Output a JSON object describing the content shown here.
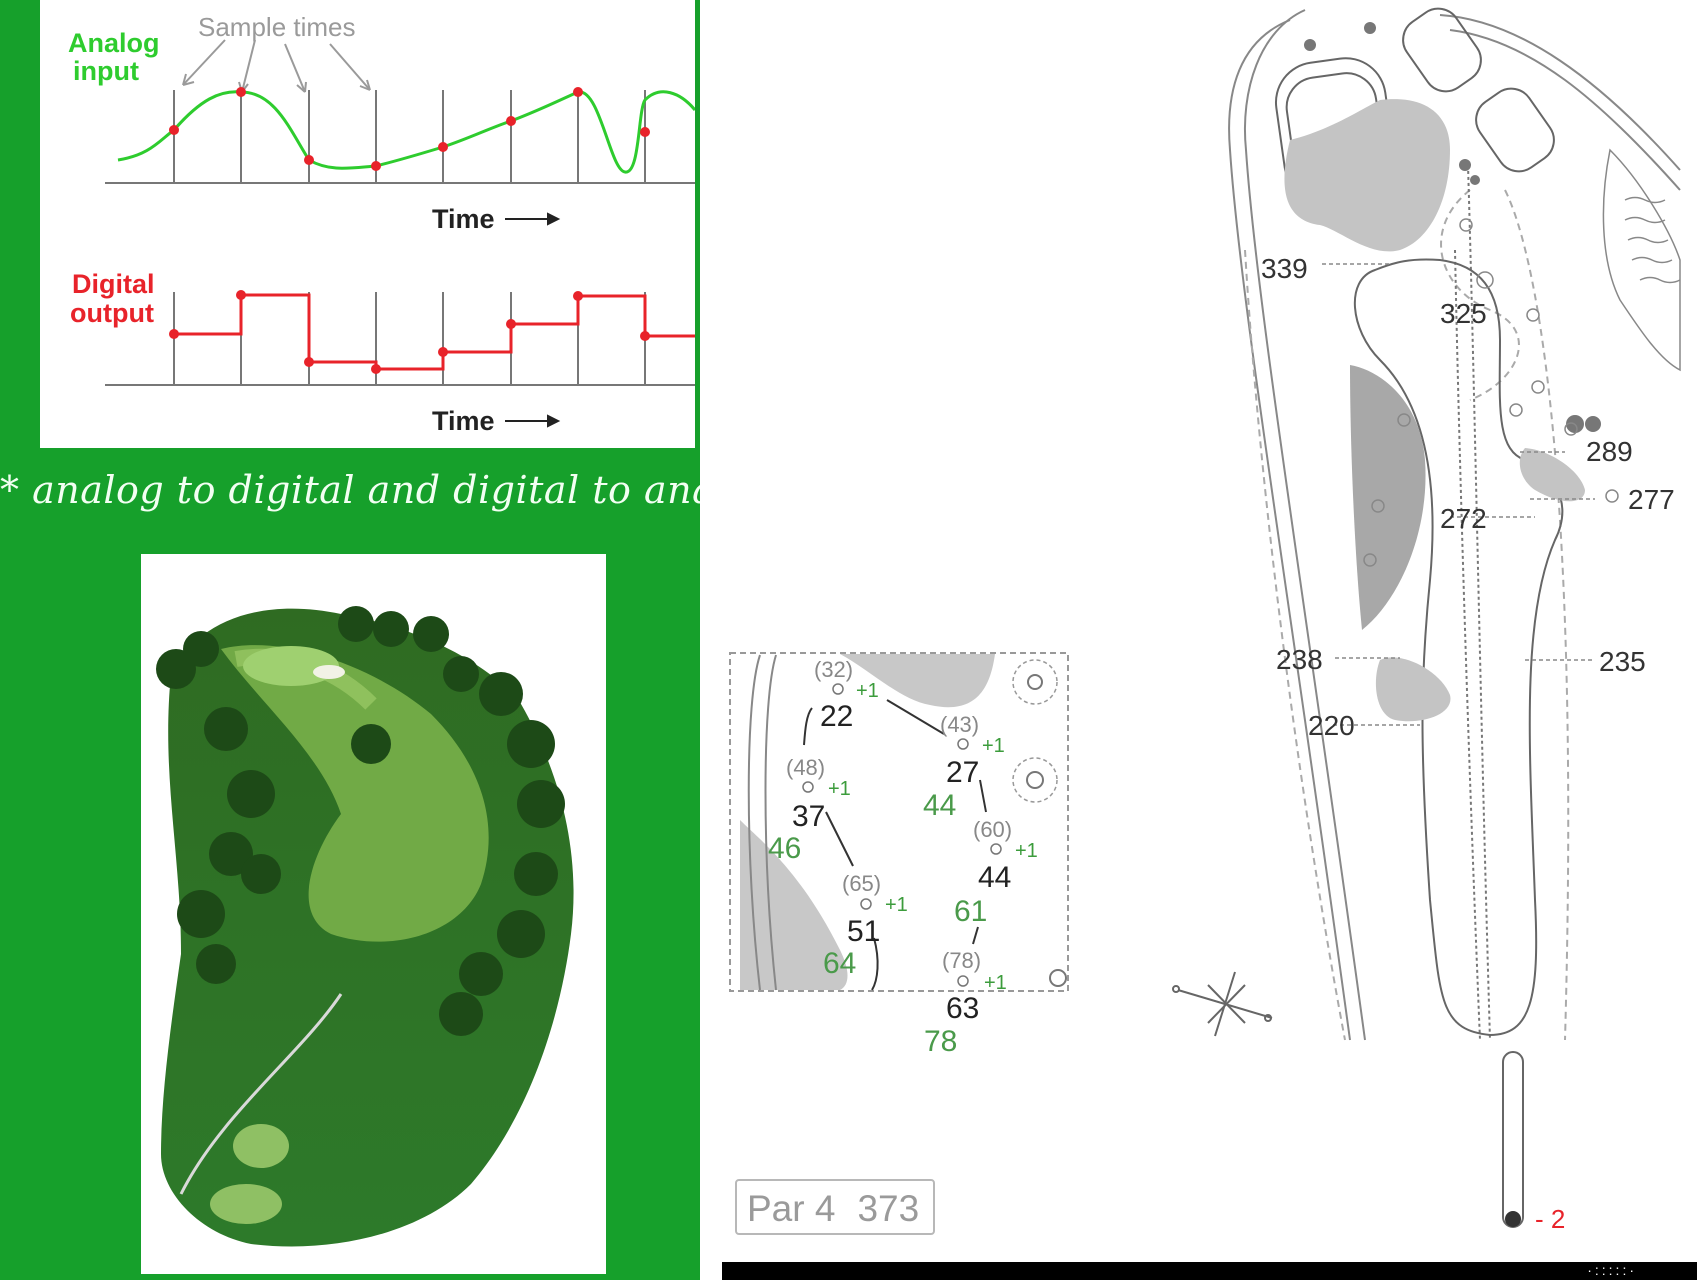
{
  "ad_diagram": {
    "sample_times_label": "Sample times",
    "analog_label_line1": "Analog",
    "analog_label_line2": "input",
    "digital_label_line1": "Digital",
    "digital_label_line2": "output",
    "time_label_top": "Time",
    "time_label_bottom": "Time",
    "analog_color": "#2ecc2e",
    "digital_color": "#e8232a"
  },
  "caption": "* analog to digital and digital to ana",
  "golf_photo": {
    "description_icon": "golf-hole-aerial-render"
  },
  "inset_map": {
    "points": [
      {
        "dist": "(32)",
        "bonus": "+1",
        "main": "22",
        "green": ""
      },
      {
        "dist": "(43)",
        "bonus": "+1",
        "main": "27",
        "green": "44"
      },
      {
        "dist": "(48)",
        "bonus": "+1",
        "main": "37",
        "green": "46"
      },
      {
        "dist": "(60)",
        "bonus": "+1",
        "main": "44",
        "green": "61"
      },
      {
        "dist": "(65)",
        "bonus": "+1",
        "main": "51",
        "green": "64"
      },
      {
        "dist": "(78)",
        "bonus": "+1",
        "main": "63",
        "green": "78"
      }
    ]
  },
  "hole_map": {
    "yardages": [
      "339",
      "325",
      "289",
      "277",
      "272",
      "238",
      "235",
      "220"
    ],
    "tee_score": "- 2"
  },
  "par_box": {
    "par": "Par 4",
    "yards": "373"
  },
  "bottom_bar": {
    "dots": "·:::::·"
  }
}
